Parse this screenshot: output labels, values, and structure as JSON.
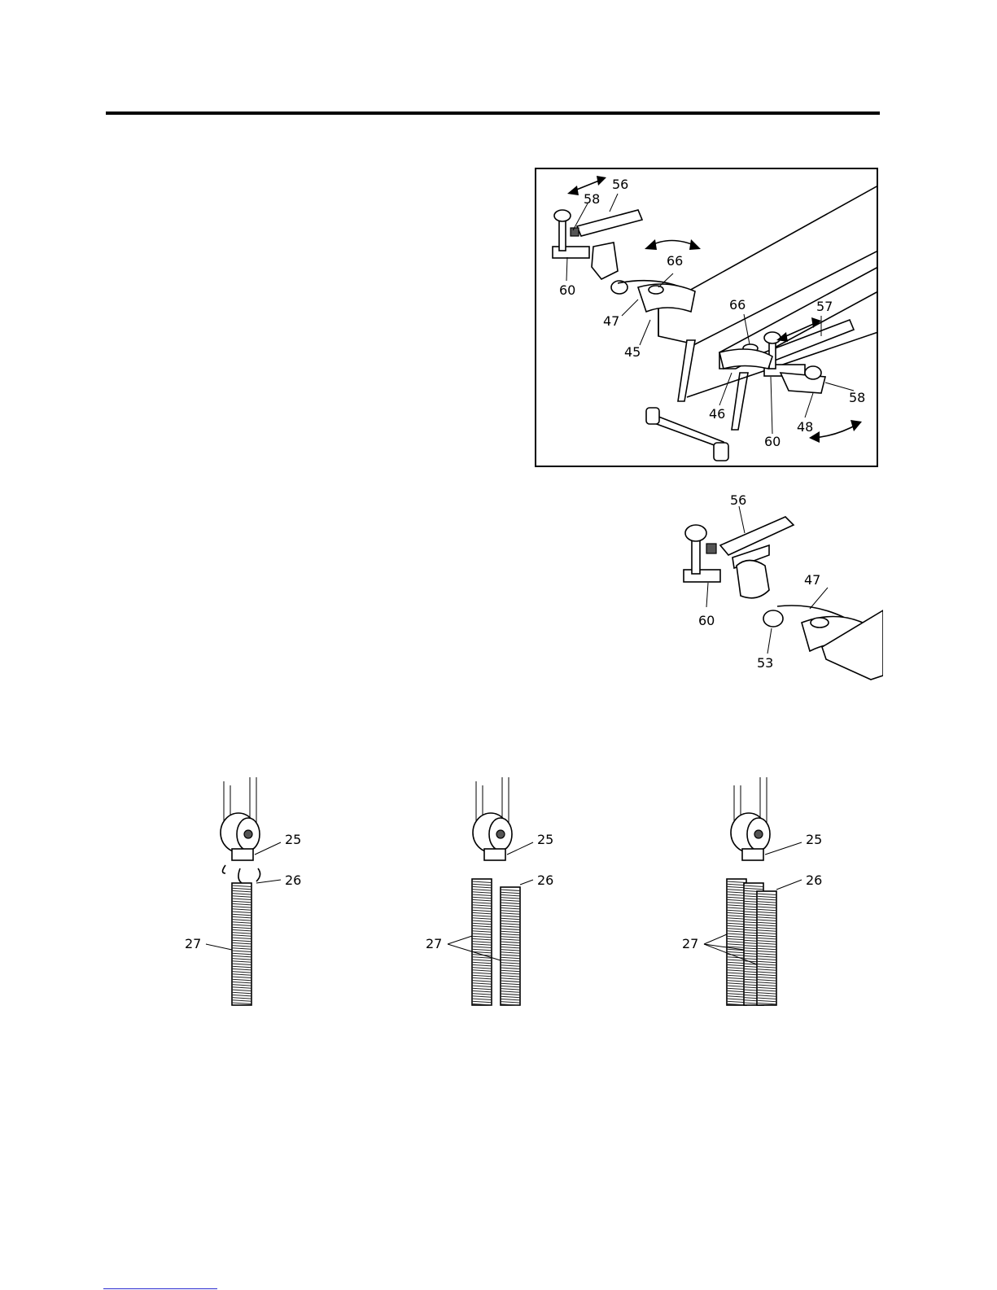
{
  "figure1": {
    "callouts": [
      "56",
      "58",
      "66",
      "60",
      "47",
      "45",
      "66",
      "57",
      "46",
      "58",
      "48",
      "60"
    ]
  },
  "figure2": {
    "callouts": [
      "56",
      "47",
      "60",
      "53"
    ]
  },
  "figure3": {
    "callouts": [
      "25",
      "26",
      "27"
    ]
  },
  "figure4": {
    "callouts": [
      "25",
      "26",
      "27"
    ]
  },
  "figure5": {
    "callouts": [
      "25",
      "26",
      "27"
    ]
  }
}
